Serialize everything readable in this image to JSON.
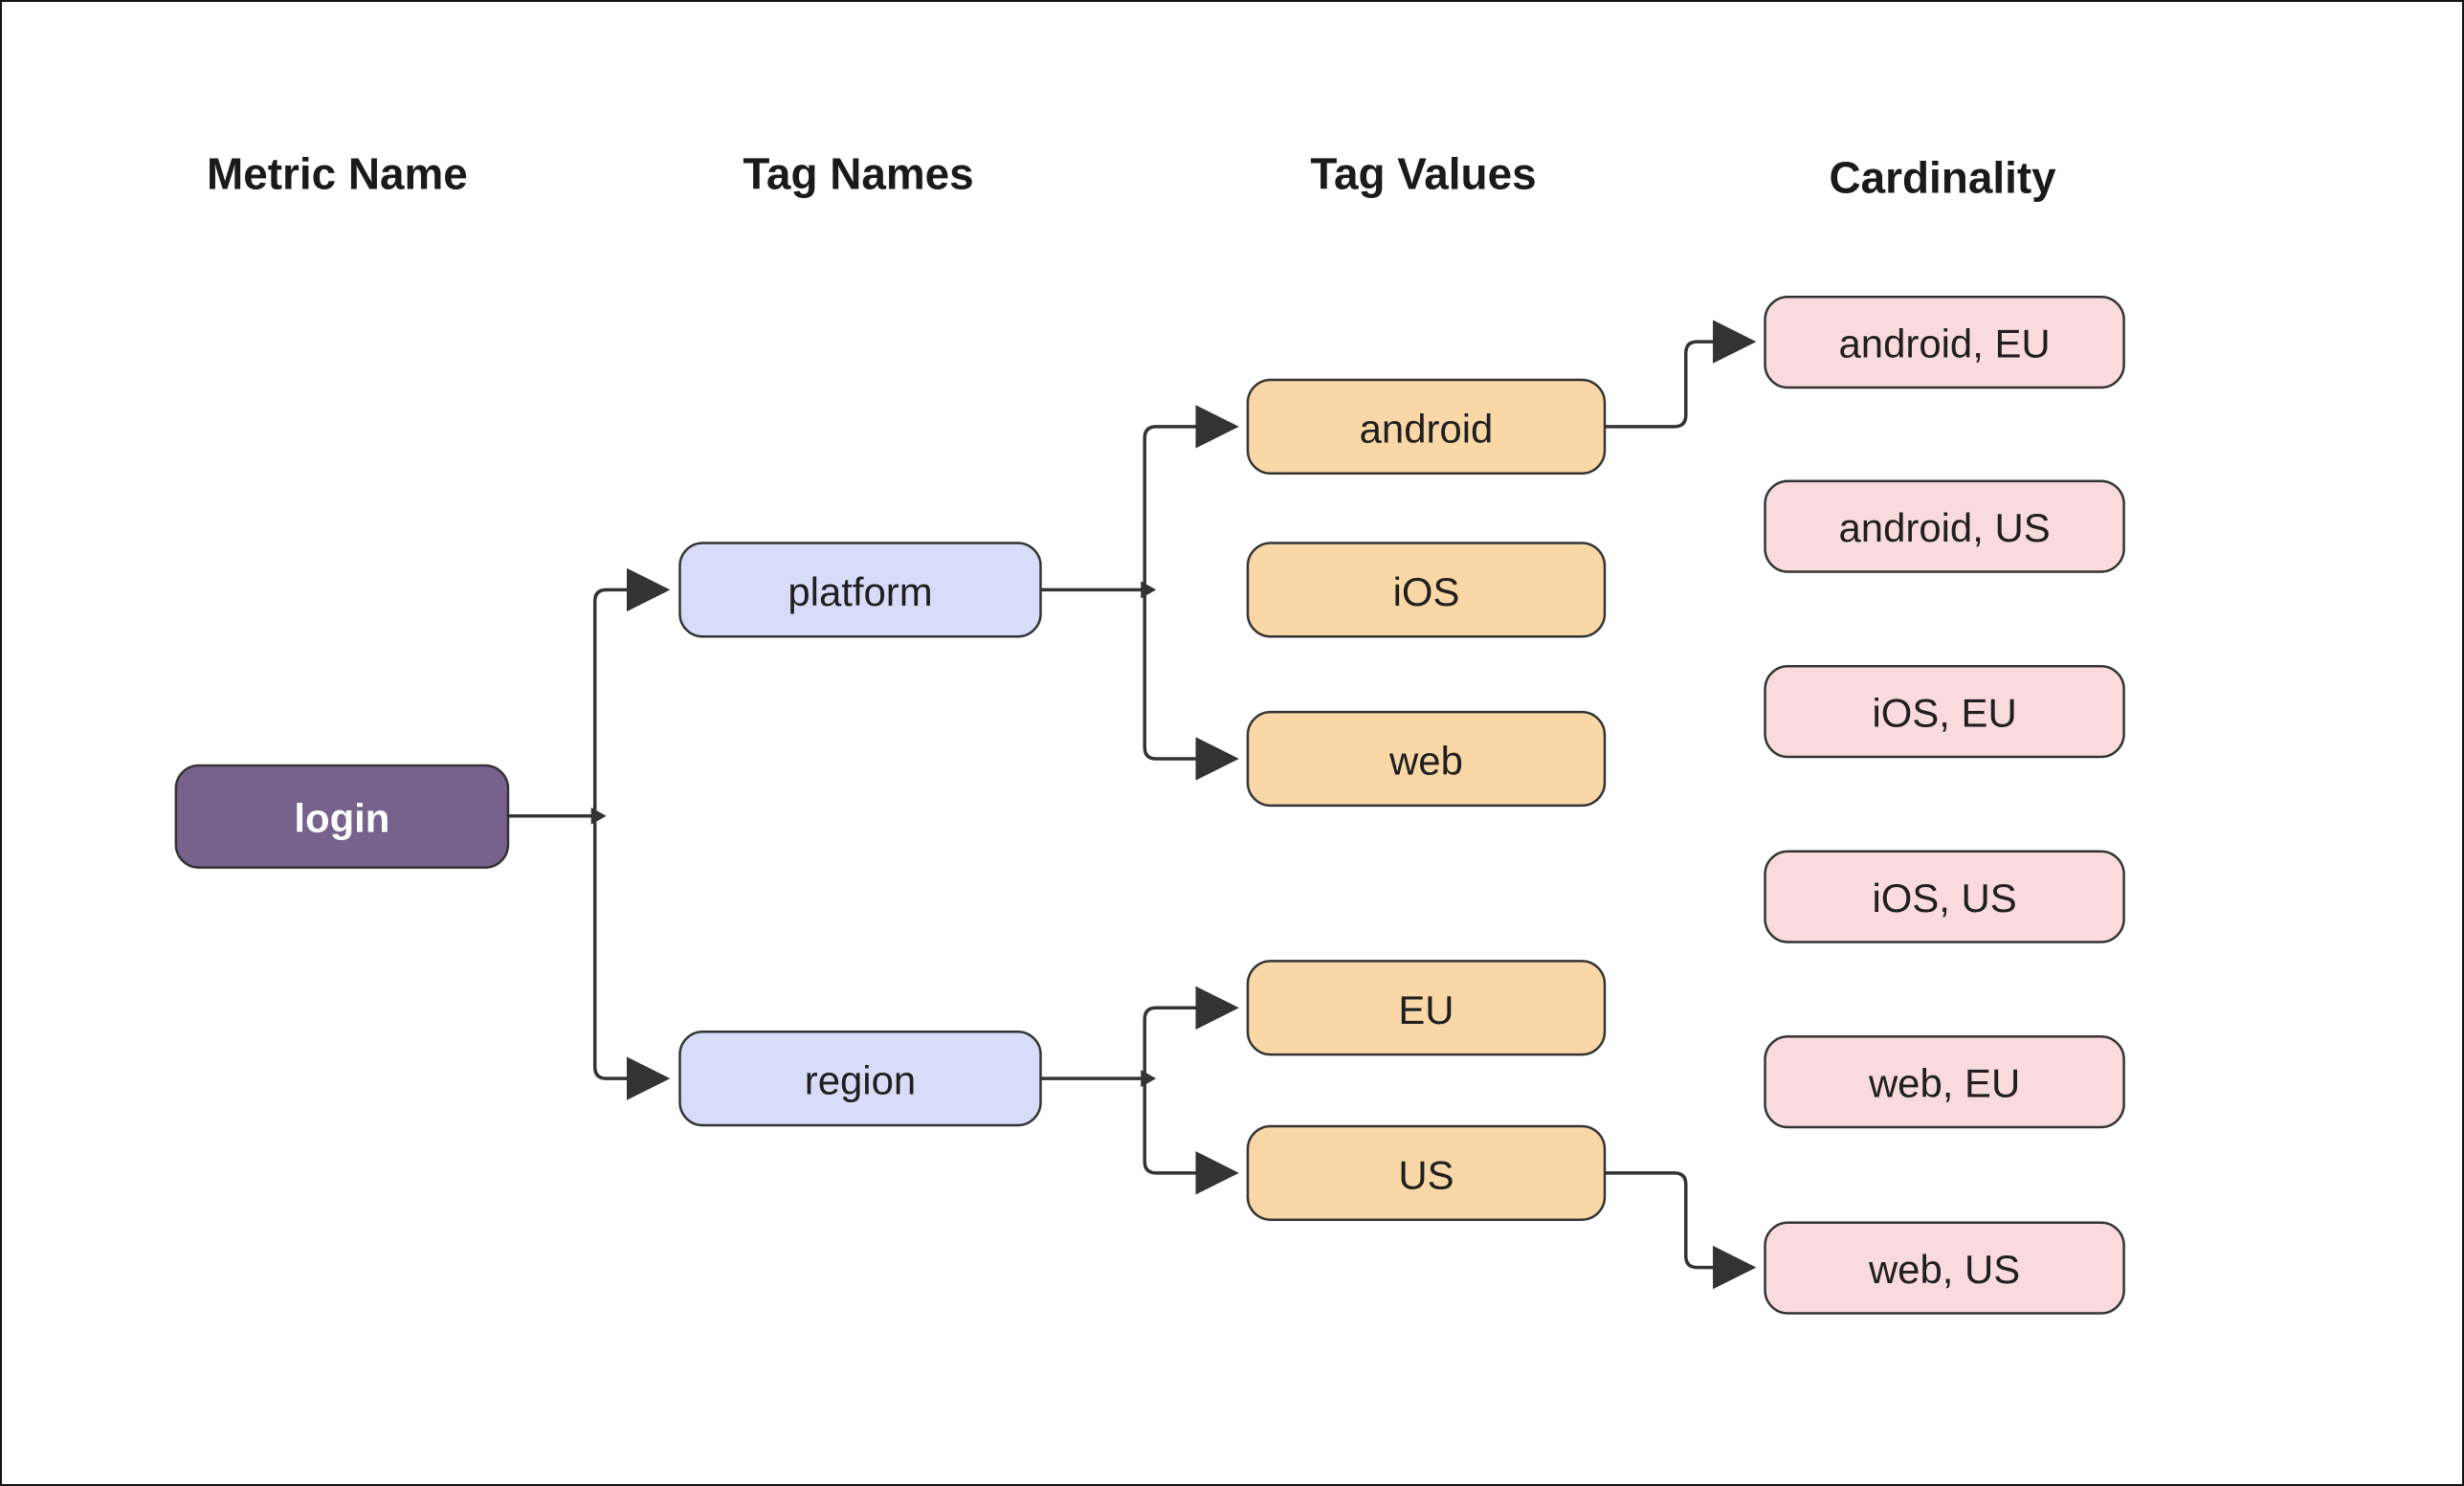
{
  "diagram": {
    "title": "metric cardinality tree",
    "column_headers": [
      {
        "label": "Metric Name"
      },
      {
        "label": "Tag Names"
      },
      {
        "label": "Tag Values"
      },
      {
        "label": "Cardinality"
      }
    ],
    "metric": {
      "label": "login"
    },
    "tag_names": [
      {
        "label": "platform"
      },
      {
        "label": "region"
      }
    ],
    "tag_values": [
      {
        "label": "android"
      },
      {
        "label": "iOS"
      },
      {
        "label": "web"
      },
      {
        "label": "EU"
      },
      {
        "label": "US"
      }
    ],
    "cardinality": [
      {
        "label": "android, EU"
      },
      {
        "label": "android, US"
      },
      {
        "label": "iOS, EU"
      },
      {
        "label": "iOS, US"
      },
      {
        "label": "web, EU"
      },
      {
        "label": "web, US"
      }
    ],
    "edges": [
      "login -> platform",
      "login -> region",
      "platform -> android",
      "platform -> web",
      "region -> EU",
      "region -> US",
      "android -> android, EU",
      "US -> web, US"
    ],
    "colors": {
      "background": "#FFFFFF",
      "metric_fill": "#77618D",
      "metric_text": "#FFFFFF",
      "tag_name_fill": "#D7DDF8",
      "tag_value_fill": "#F9D7A6",
      "cardinality_fill": "#F9DBDE",
      "node_border": "#333333",
      "edge": "#333333",
      "text": "#1F1F1F",
      "header_text": "#1A1A1A"
    }
  }
}
